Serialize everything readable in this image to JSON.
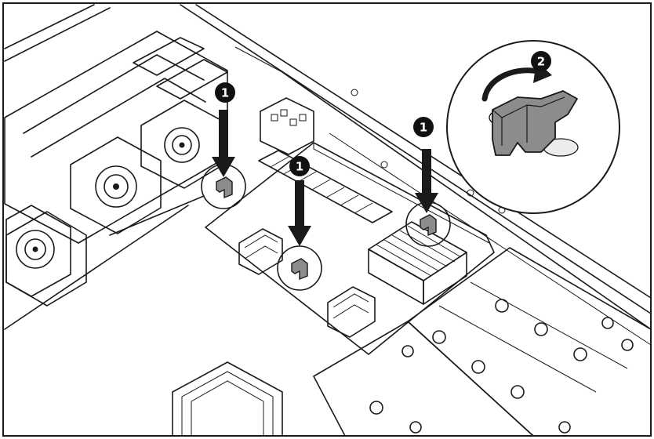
{
  "callouts": [
    {
      "id": "c1",
      "label": "1"
    },
    {
      "id": "c2",
      "label": "1"
    },
    {
      "id": "c3",
      "label": "1"
    },
    {
      "id": "c4",
      "label": "2"
    }
  ],
  "colors": {
    "line": "#1a1a1a",
    "board": "#d4d4d4",
    "heatsink": "#bdbdbd",
    "latch": "#8c8c8c",
    "badge": "#111111",
    "background": "#ffffff"
  }
}
